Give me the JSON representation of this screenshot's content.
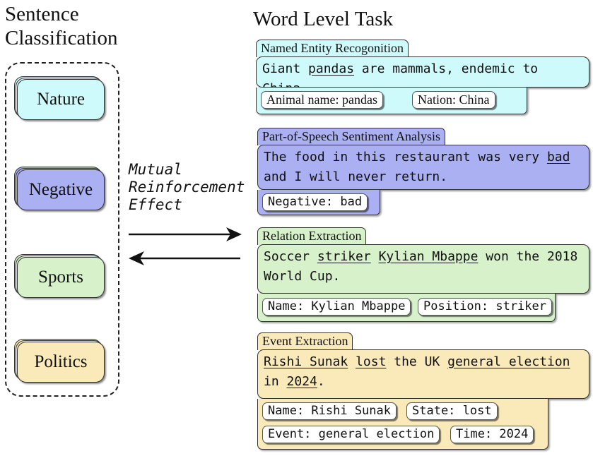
{
  "left_heading": {
    "line1": "Sentence",
    "line2": "Classification"
  },
  "right_heading": "Word Level Task",
  "classes": [
    {
      "label": "Nature",
      "color": "#cffafc"
    },
    {
      "label": "Negative",
      "color": "#aab0f2"
    },
    {
      "label": "Sports",
      "color": "#d7f2cb"
    },
    {
      "label": "Politics",
      "color": "#fbeab9"
    }
  ],
  "arrow_label": {
    "line1": "Mutual",
    "line2": "Reinforcement",
    "line3": "Effect"
  },
  "tasks": {
    "ner": {
      "title": "Named Entity Recogonition",
      "sentence": [
        "Giant ",
        "pandas",
        " are mammals, endemic to ",
        "China",
        "."
      ],
      "tags": [
        "Animal name: pandas",
        "Nation: China"
      ],
      "color": "#cffafc"
    },
    "pos": {
      "title": "Part-of-Speech Sentiment Analysis",
      "sentence": [
        "The food in this restaurant was very ",
        "bad",
        " and I will never return."
      ],
      "tags": [
        "Negative: bad"
      ],
      "color": "#aab0f2"
    },
    "re": {
      "title": "Relation Extraction",
      "sentence": [
        "Soccer ",
        "striker",
        " ",
        "Kylian Mbappe",
        " won the 2018 World Cup."
      ],
      "tags": [
        "Name: Kylian Mbappe",
        "Position: striker"
      ],
      "color": "#d7f2cb"
    },
    "ee": {
      "title": "Event Extraction",
      "sentence": [
        "Rishi Sunak",
        " ",
        "lost",
        " the UK ",
        "general election",
        " in ",
        "2024",
        "."
      ],
      "tags": [
        "Name: Rishi Sunak",
        "State: lost",
        "Event: general election",
        "Time: 2024"
      ],
      "color": "#fbeab9"
    }
  }
}
